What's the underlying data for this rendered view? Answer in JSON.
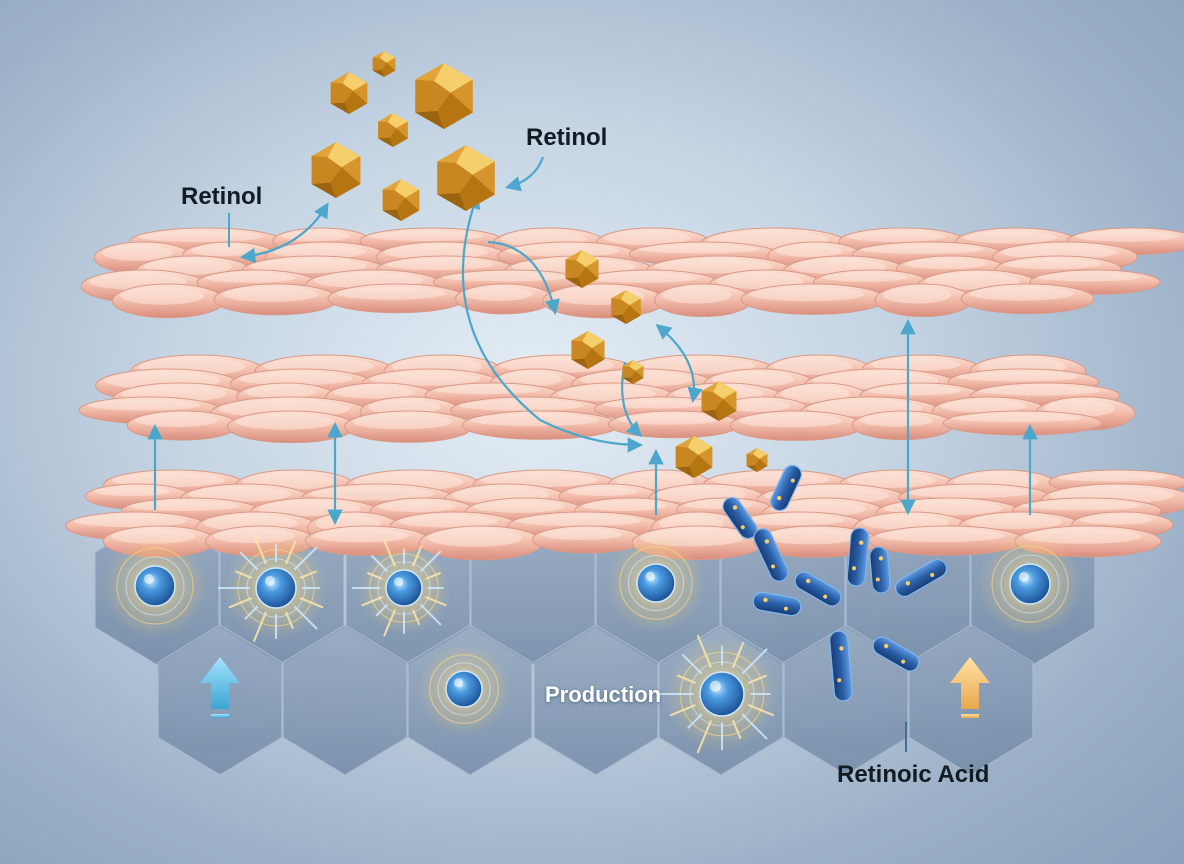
{
  "labels": {
    "retinol_left": "Retinol",
    "retinol_top": "Retinol",
    "production": "Production",
    "retinoic_acid": "Retinoic Acid"
  },
  "colors": {
    "background": "#c5d4e3",
    "skin_cell": "#f0b8a4",
    "skin_cell_highlight": "#fbdccf",
    "crystal_gold": "#e2a33a",
    "crystal_dark": "#b57612",
    "arrow_blue": "#4ba8cc",
    "hex_tile": "#7c93ad",
    "nucleus_blue": "#2f78c4",
    "rod_blue": "#2b5c9a",
    "arrow_up_blue": "#5fc0e6",
    "arrow_up_gold": "#f3c070"
  },
  "icons": {
    "crystal": "retinol-crystal-icon",
    "cell": "stem-cell-icon",
    "rod": "retinoic-acid-rod-icon",
    "up_arrow_blue": "up-arrow-blue-icon",
    "up_arrow_gold": "up-arrow-gold-icon"
  }
}
